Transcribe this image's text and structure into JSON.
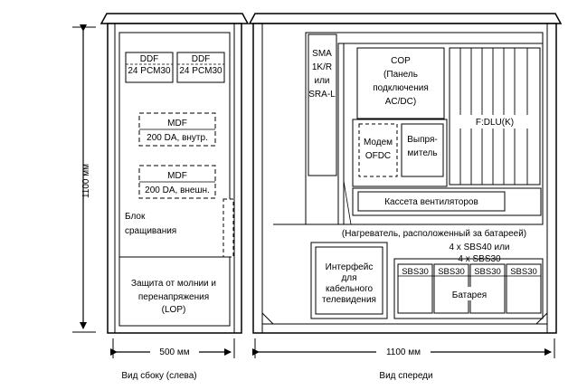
{
  "height_dimension": "1100 мм",
  "side_view": {
    "ddf_left": [
      "DDF",
      "24 PCM30"
    ],
    "ddf_right": [
      "DDF",
      "24 PCM30"
    ],
    "mdf_internal": [
      "MDF",
      "200 DA, внутр."
    ],
    "mdf_external": [
      "MDF",
      "200 DA, внешн."
    ],
    "splice_block": [
      "Блок",
      "сращивания"
    ],
    "lop": [
      "Защита от молнии и",
      "перенапряжения",
      "(LOP)"
    ],
    "width_dimension": "500 мм",
    "caption": "Вид сбоку (слева)"
  },
  "front_view": {
    "sma": [
      "SMA",
      "1K/R",
      "или",
      "SRA-L"
    ],
    "cop": [
      "COP",
      "(Панель",
      "подключения",
      "AC/DC)"
    ],
    "fdlu": "F:DLU(K)",
    "modem": [
      "Модем",
      "OFDC"
    ],
    "rectifier": [
      "Выпря-",
      "митель"
    ],
    "fan_cassette": "Кассета вентиляторов",
    "heater": "(Нагреватель, расположенный за батареей)",
    "battery_option": [
      "4 x SBS40 или",
      "4 x SBS30"
    ],
    "cable_tv": [
      "Интерфейс",
      "для",
      "кабельного",
      "телевидения"
    ],
    "sbs_units": [
      "SBS30",
      "SBS30",
      "SBS30",
      "SBS30"
    ],
    "battery": "Батарея",
    "width_dimension": "1100 мм",
    "caption": "Вид спереди"
  }
}
